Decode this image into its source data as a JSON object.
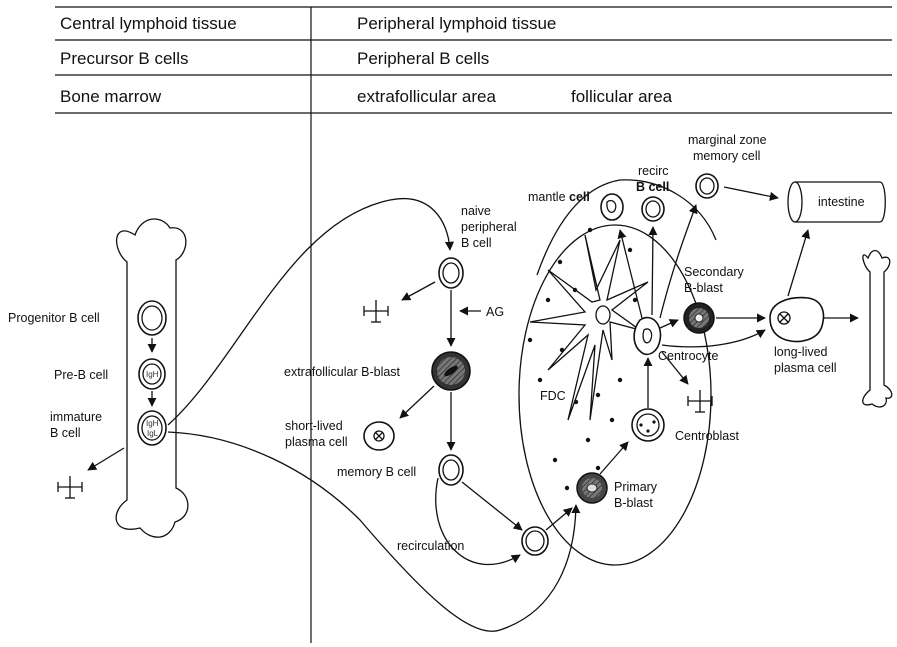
{
  "header": {
    "row1": {
      "left": "Central lymphoid tissue",
      "right": "Peripheral lymphoid tissue"
    },
    "row2": {
      "left": "Precursor B cells",
      "right": "Peripheral B cells"
    },
    "row3": {
      "left": "Bone marrow",
      "right_a": "extrafollicular area",
      "right_b": "follicular area"
    }
  },
  "labels": {
    "progenitor": "Progenitor B cell",
    "preb": "Pre-B cell",
    "immature_1": "immature",
    "immature_2": "B cell",
    "igh": "IgH",
    "igl": "IgL",
    "naive_1": "naive",
    "naive_2": "peripheral",
    "naive_3": "B cell",
    "ag": "AG",
    "extrafollicular_blast": "extrafollicular  B-blast",
    "shortlived_1": "short-lived",
    "shortlived_2": "plasma cell",
    "memory": "memory B cell",
    "recirculation": "recirculation",
    "mantle_a": "mantle ",
    "mantle_b": "cell",
    "recirc_1": "recirc",
    "recirc_2": "B cell",
    "marginal_1": "marginal zone",
    "marginal_2": "memory cell",
    "intestine": "intestine",
    "secondary_1": "Secondary",
    "secondary_2": "B-blast",
    "centrocyte": "Centrocyte",
    "longlived_1": "long-lived",
    "longlived_2": "plasma cell",
    "fdc": "FDC",
    "centroblast": "Centroblast",
    "primary_1": "Primary",
    "primary_2": "B-blast"
  }
}
